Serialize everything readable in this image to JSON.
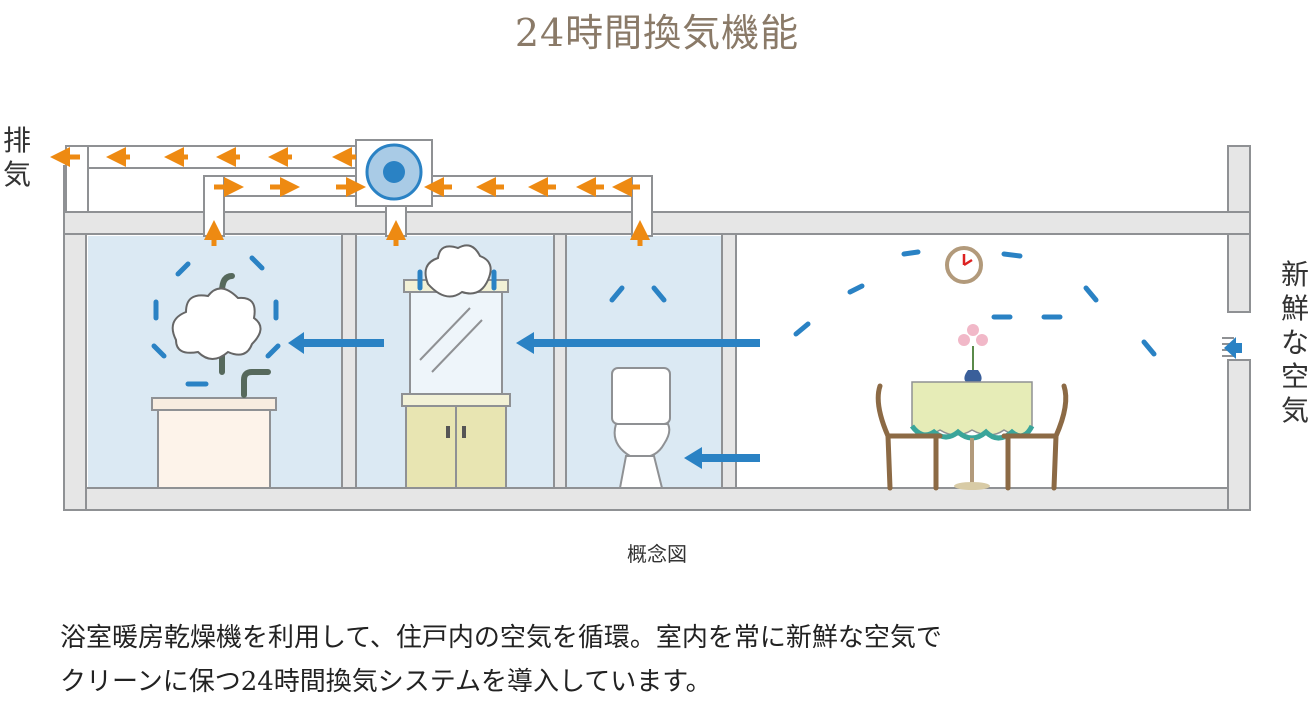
{
  "title": "24時間換気機能",
  "labels": {
    "exhaust": "排気",
    "fresh_air": "新鮮な空気"
  },
  "caption": "概念図",
  "description": [
    "浴室暖房乾燥機を利用して、住戸内の空気を循環。室内を常に新鮮な空気で",
    "クリーンに保つ24時間換気システムを導入しています。"
  ],
  "colors": {
    "wall": "#8f9194",
    "wall_fill": "#e6e6e6",
    "room_tint": "#dbe9f3",
    "exhaust_arrow": "#ee8a12",
    "airflow_arrow": "#2a82c4",
    "title": "#8a7a68"
  }
}
